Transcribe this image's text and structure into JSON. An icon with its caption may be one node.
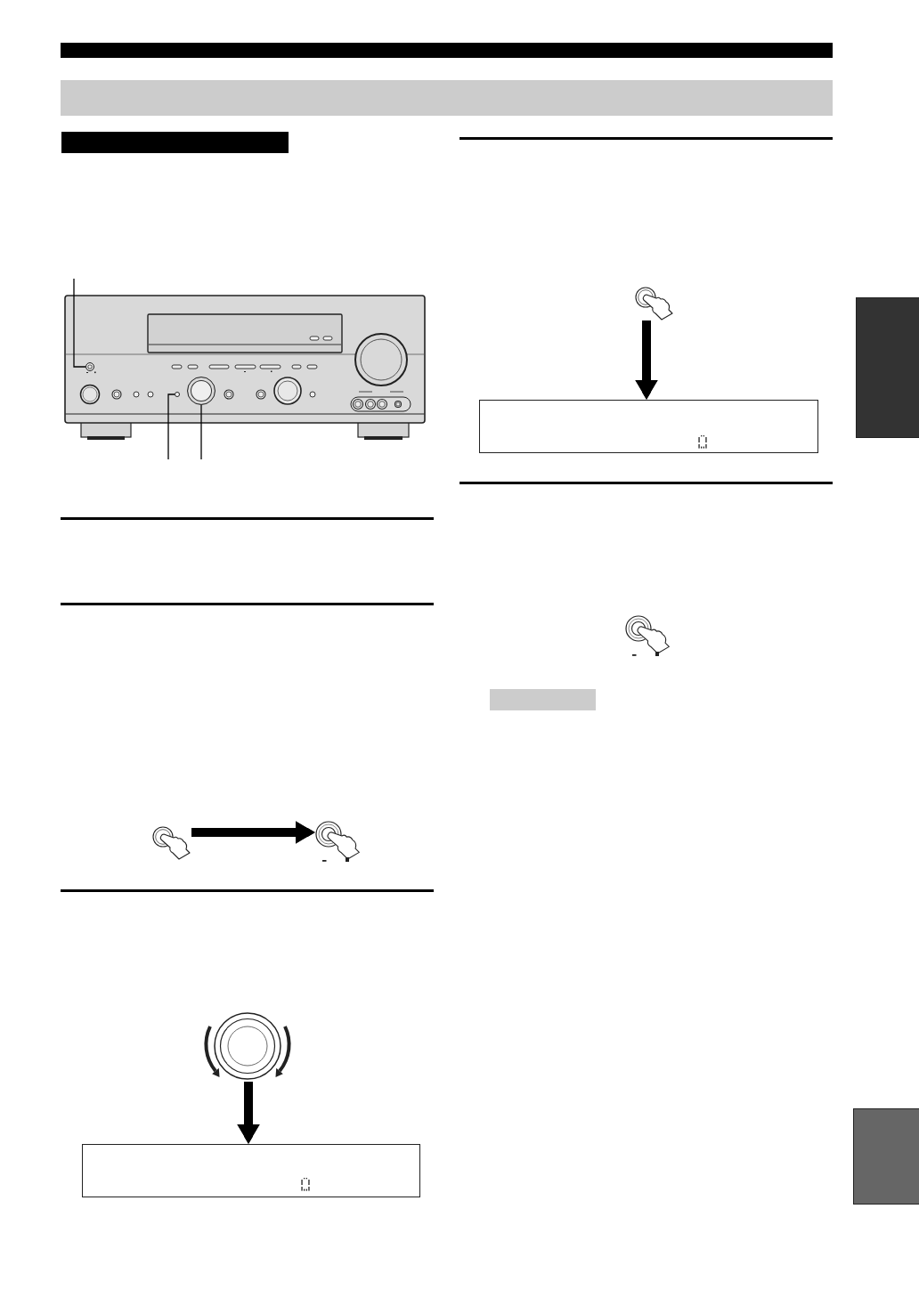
{
  "diagram": {
    "nodes": [
      {
        "text": [],
        "shape": "bar"
      },
      {
        "text": [],
        "shape": "bar"
      },
      {
        "text": [],
        "shape": "picture"
      },
      {
        "text": [],
        "shape": "circle",
        "in": 2
      },
      {
        "text": [],
        "shape": "circle",
        "in": 2
      },
      {
        "text": [],
        "shape": "circle",
        "in": 2
      },
      {
        "text": [],
        "shape": "picture"
      },
      {
        "text": [],
        "shape": "picture"
      },
      {
        "text": [],
        "shape": "picture"
      },
      {
        "text": [],
        "shape": "box"
      },
      {
        "text": [],
        "shape": "picture"
      },
      {
        "text": [],
        "shape": "box"
      },
      {
        "text": [],
        "shape": "bar"
      },
      {
        "text": [],
        "shape": "bar"
      },
      {
        "text": [],
        "shape": "bar"
      }
    ],
    "edges": [
      {
        "from": null,
        "to": 3,
        "arrow": "none"
      },
      {
        "from": null,
        "to": 4,
        "arrow": "none"
      },
      {
        "from": null,
        "to": 5,
        "arrow": "none"
      },
      {
        "from": 6,
        "to": 7,
        "arrow": "to",
        "style": "thick"
      },
      {
        "from": 8,
        "to": 9,
        "arrow": "to",
        "style": "thick"
      },
      {
        "from": 10,
        "to": 11,
        "arrow": "to",
        "style": "thick"
      }
    ]
  }
}
